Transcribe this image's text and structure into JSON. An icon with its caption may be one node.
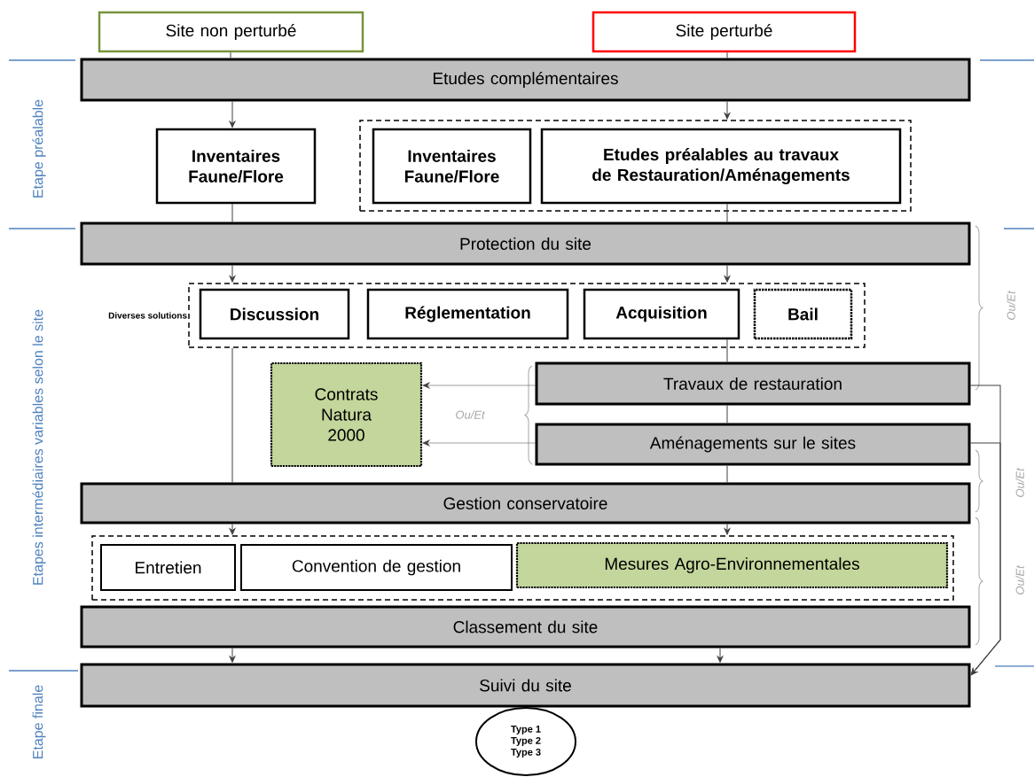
{
  "diagram": {
    "nodes": [
      {
        "text": [
          "Site non perturbé"
        ]
      },
      {
        "text": [
          "Site perturbé"
        ]
      },
      {
        "text": [
          "Etudes complémentaires"
        ]
      },
      {
        "text": [
          "Inventaires Faune/Flore"
        ]
      },
      {
        "text": [],
        "shape": "box"
      },
      {
        "text": [
          "Inventaires Faune/Flore"
        ],
        "in": 4
      },
      {
        "text": [
          "Etudes préalables au travaux de Restauration/Aménagements"
        ],
        "in": 4
      },
      {
        "text": [
          "Protection du site"
        ]
      },
      {
        "text": [
          "Diverses solutions"
        ]
      },
      {
        "text": [
          "Discussion"
        ],
        "in": 8
      },
      {
        "text": [
          "Réglementation"
        ],
        "in": 8
      },
      {
        "text": [
          "Acquisition"
        ],
        "in": 8
      },
      {
        "text": [
          "Bail"
        ],
        "in": 8
      },
      {
        "text": [
          "Contrats Natura 2000"
        ]
      },
      {
        "text": [
          "Travaux de restauration"
        ]
      },
      {
        "text": [
          "Aménagements sur le sites"
        ]
      },
      {
        "text": [
          "Gestion conservatoire"
        ]
      },
      {
        "text": [],
        "shape": "box"
      },
      {
        "text": [
          "Entretien"
        ],
        "in": 17
      },
      {
        "text": [
          "Convention de gestion"
        ],
        "in": 17
      },
      {
        "text": [
          "Mesures Agro-Environnementales"
        ],
        "in": 17
      },
      {
        "text": [
          "Classement du site"
        ]
      },
      {
        "text": [
          "Suivi du site"
        ]
      },
      {
        "text": [
          "Type 1",
          "Type 2",
          "Type 3"
        ]
      }
    ],
    "edges": [
      {
        "from": 0,
        "to": 2,
        "arrow": "none"
      },
      {
        "from": 1,
        "to": 2,
        "arrow": "none"
      },
      {
        "from": 2,
        "to": 3,
        "arrow": "to"
      },
      {
        "from": 2,
        "to": 4,
        "arrow": "to"
      },
      {
        "from": 3,
        "to": 7,
        "arrow": "none"
      },
      {
        "from": 6,
        "to": 7,
        "arrow": "none"
      },
      {
        "from": 7,
        "to": 8,
        "arrow": "to"
      },
      {
        "from": 7,
        "to": 8,
        "arrow": "to"
      },
      {
        "from": 8,
        "to": 16,
        "arrow": "none"
      },
      {
        "from": 11,
        "to": 14,
        "arrow": "none"
      },
      {
        "from": 14,
        "to": 15,
        "arrow": "none"
      },
      {
        "from": 15,
        "to": 16,
        "arrow": "none"
      },
      {
        "from": 14,
        "to": 13,
        "arrow": "to",
        "style": "dashed"
      },
      {
        "from": 15,
        "to": 13,
        "arrow": "to",
        "style": "dashed"
      },
      {
        "from": 16,
        "to": 17,
        "arrow": "to"
      },
      {
        "from": 16,
        "to": 17,
        "arrow": "to"
      },
      {
        "from": 21,
        "to": 22,
        "arrow": "to"
      },
      {
        "from": 21,
        "to": 22,
        "arrow": "to"
      },
      {
        "from": 14,
        "to": 22,
        "arrow": "to"
      },
      {
        "from": 15,
        "to": 22,
        "arrow": "to"
      }
    ],
    "labels": [
      "Etape préalable",
      "Ou/Et",
      "Etapes intermédiaires variables selon le site",
      "Ou/Et",
      "Ou/Et",
      "Ou/Et",
      "Etape finale"
    ]
  }
}
